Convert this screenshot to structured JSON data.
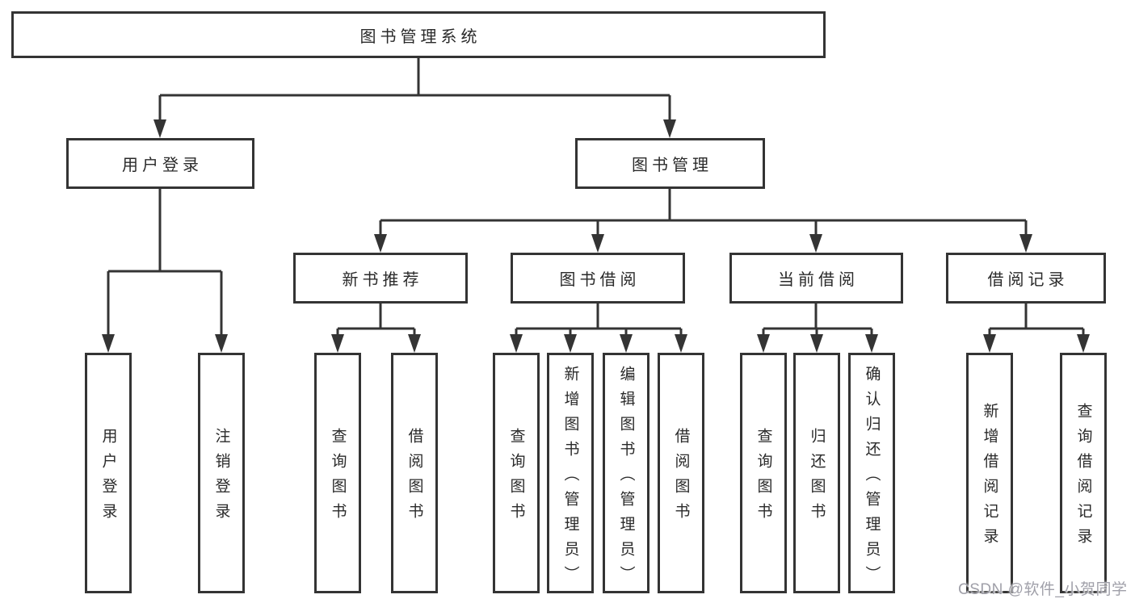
{
  "diagram": {
    "type": "hierarchy-tree",
    "colors": {
      "line": "#343434",
      "box_border": "#343434",
      "box_background": "#ffffff",
      "text": "#2a2a2a",
      "watermark": "#a0a0a9"
    },
    "root": {
      "label": "图书管理系统"
    },
    "branches": [
      {
        "label": "用户登录",
        "leaves": [
          {
            "label": "用户登录"
          },
          {
            "label": "注销登录"
          }
        ]
      },
      {
        "label": "图书管理",
        "groups": [
          {
            "label": "新书推荐",
            "leaves": [
              {
                "label": "查询图书"
              },
              {
                "label": "借阅图书"
              }
            ]
          },
          {
            "label": "图书借阅",
            "leaves": [
              {
                "label": "查询图书"
              },
              {
                "label": "新增图书（管理员）"
              },
              {
                "label": "编辑图书（管理员）"
              },
              {
                "label": "借阅图书"
              }
            ]
          },
          {
            "label": "当前借阅",
            "leaves": [
              {
                "label": "查询图书"
              },
              {
                "label": "归还图书"
              },
              {
                "label": "确认归还（管理员）"
              }
            ]
          },
          {
            "label": "借阅记录",
            "leaves": [
              {
                "label": "新增借阅记录"
              },
              {
                "label": "查询借阅记录"
              }
            ]
          }
        ]
      }
    ],
    "watermark": "CSDN @软件_小贺同学"
  }
}
